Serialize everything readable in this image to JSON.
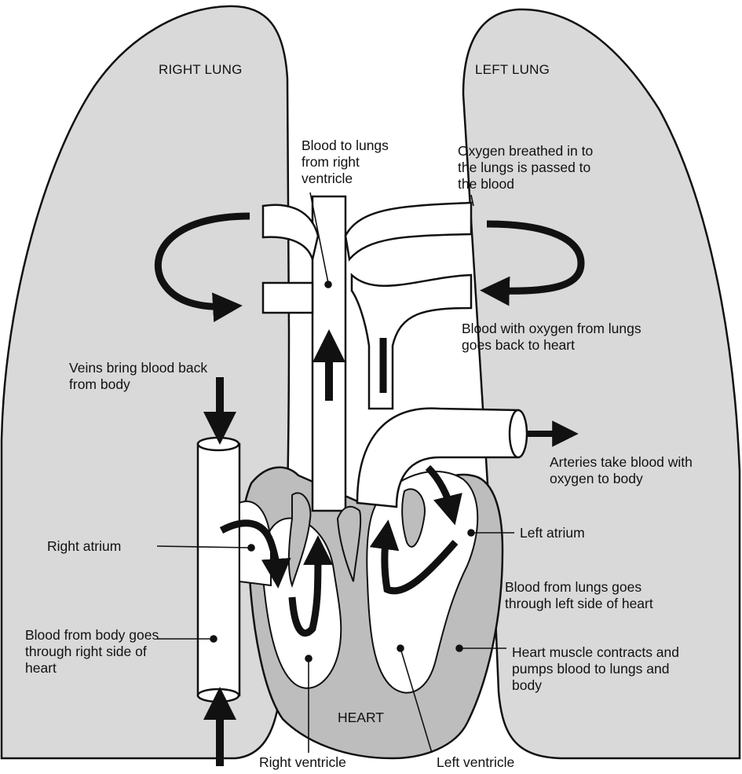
{
  "colors": {
    "lung_fill": "#d9d9d9",
    "muscle_fill": "#bdbdbd",
    "vessel_fill": "#ffffff",
    "stroke": "#111111"
  },
  "labels": {
    "right_lung": "RIGHT LUNG",
    "left_lung": "LEFT LUNG",
    "heart": "HEART",
    "blood_to_lungs": "Blood to lungs\nfrom right\nventricle",
    "oxygen_breathed": "Oxygen breathed in to\nthe lungs is passed to\nthe blood",
    "blood_with_oxygen_back": "Blood with oxygen from lungs\ngoes back to heart",
    "veins_bring_blood": "Veins bring blood back\nfrom body",
    "arteries_take_blood": "Arteries take blood with\noxygen to body",
    "right_atrium": "Right atrium",
    "left_atrium": "Left atrium",
    "blood_from_lungs_left": "Blood from lungs goes\nthrough left side of heart",
    "blood_from_body_right": "Blood from body goes\nthrough right side of\nheart",
    "heart_muscle": "Heart muscle contracts and\npumps blood to lungs and\nbody",
    "right_ventricle": "Right ventricle",
    "left_ventricle": "Left ventricle"
  }
}
